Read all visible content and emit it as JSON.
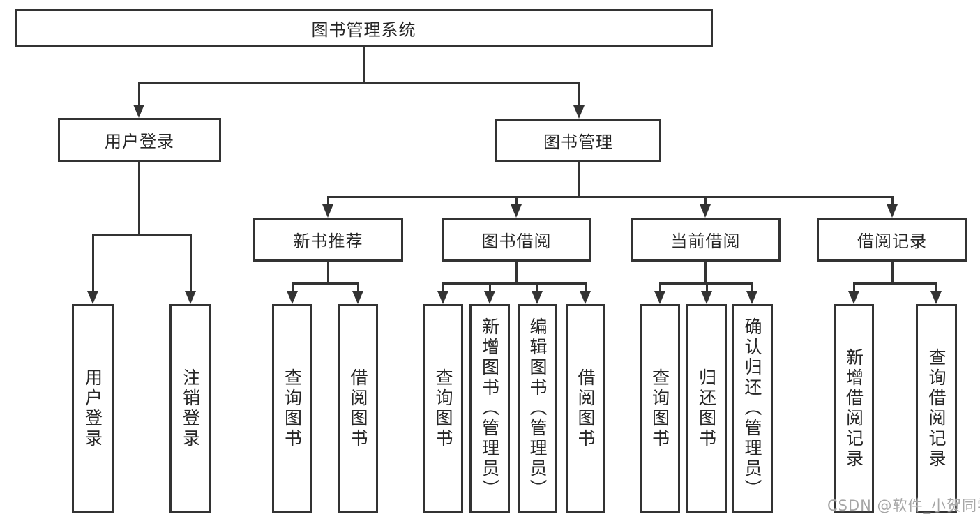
{
  "title": "图书管理系统",
  "colors": {
    "line": "#333333",
    "text": "#262626",
    "background": "#ffffff",
    "watermark": "#a6a6a6"
  },
  "watermark": {
    "text": "CSDN @软件_小贺同学"
  },
  "root": {
    "label": "图书管理系统",
    "children": [
      {
        "label": "用户登录",
        "children": [
          {
            "label": "用户登录"
          },
          {
            "label": "注销登录"
          }
        ]
      },
      {
        "label": "图书管理",
        "children": [
          {
            "label": "新书推荐",
            "children": [
              {
                "label": "查询图书"
              },
              {
                "label": "借阅图书"
              }
            ]
          },
          {
            "label": "图书借阅",
            "children": [
              {
                "label": "查询图书"
              },
              {
                "label": "新增图书（管理员）"
              },
              {
                "label": "编辑图书（管理员）"
              },
              {
                "label": "借阅图书"
              }
            ]
          },
          {
            "label": "当前借阅",
            "children": [
              {
                "label": "查询图书"
              },
              {
                "label": "归还图书"
              },
              {
                "label": "确认归还（管理员）"
              }
            ]
          },
          {
            "label": "借阅记录",
            "children": [
              {
                "label": "新增借阅记录"
              },
              {
                "label": "查询借阅记录"
              }
            ]
          }
        ]
      }
    ]
  }
}
